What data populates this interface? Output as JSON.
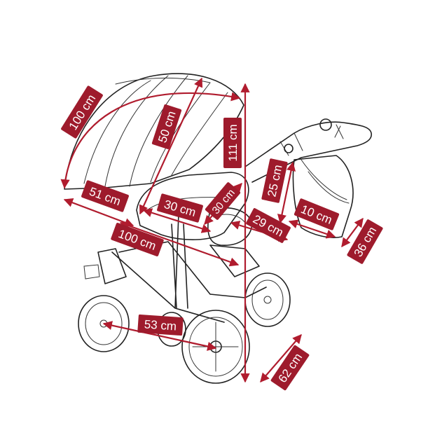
{
  "colors": {
    "accent": "#9e1b2c",
    "line": "#b01c2e",
    "ink": "#222222"
  },
  "dimensions": [
    {
      "id": "canopy-arc",
      "label": "100 cm"
    },
    {
      "id": "canopy-depth",
      "label": "50 cm"
    },
    {
      "id": "total-height",
      "label": "111 cm"
    },
    {
      "id": "carrycot-length",
      "label": "51 cm"
    },
    {
      "id": "carrycot-width",
      "label": "30 cm"
    },
    {
      "id": "carrycot-height",
      "label": "30 cm"
    },
    {
      "id": "total-length",
      "label": "100 cm"
    },
    {
      "id": "basket-width",
      "label": "29 cm"
    },
    {
      "id": "bag-height",
      "label": "25 cm"
    },
    {
      "id": "bag-depth",
      "label": "10 cm"
    },
    {
      "id": "bag-width",
      "label": "36 cm"
    },
    {
      "id": "wheelbase",
      "label": "53 cm"
    },
    {
      "id": "wheel-track",
      "label": "62 cm"
    }
  ]
}
